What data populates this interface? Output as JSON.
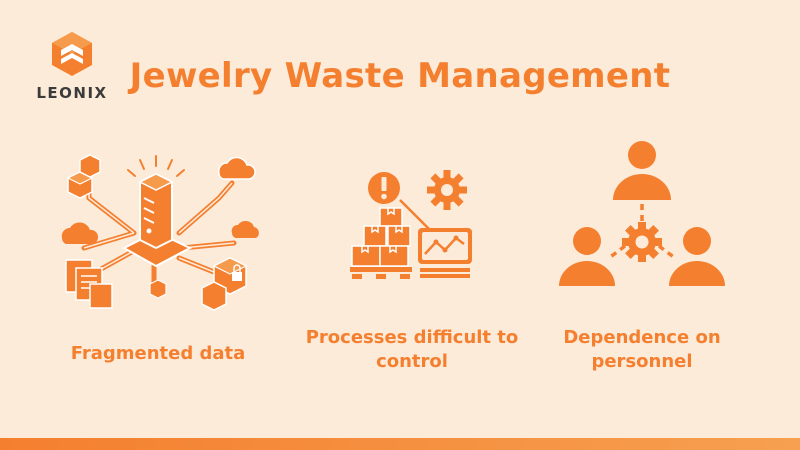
{
  "brand": {
    "name": "LEONIX",
    "primary_color": "#F47F2F",
    "background_color": "#FDEBDA"
  },
  "title": "Jewelry Waste Management",
  "items": [
    {
      "icon": "data-network-icon",
      "label": "Fragmented data"
    },
    {
      "icon": "process-control-icon",
      "label": "Processes difficult to control"
    },
    {
      "icon": "personnel-network-icon",
      "label": "Dependence on personnel"
    }
  ]
}
